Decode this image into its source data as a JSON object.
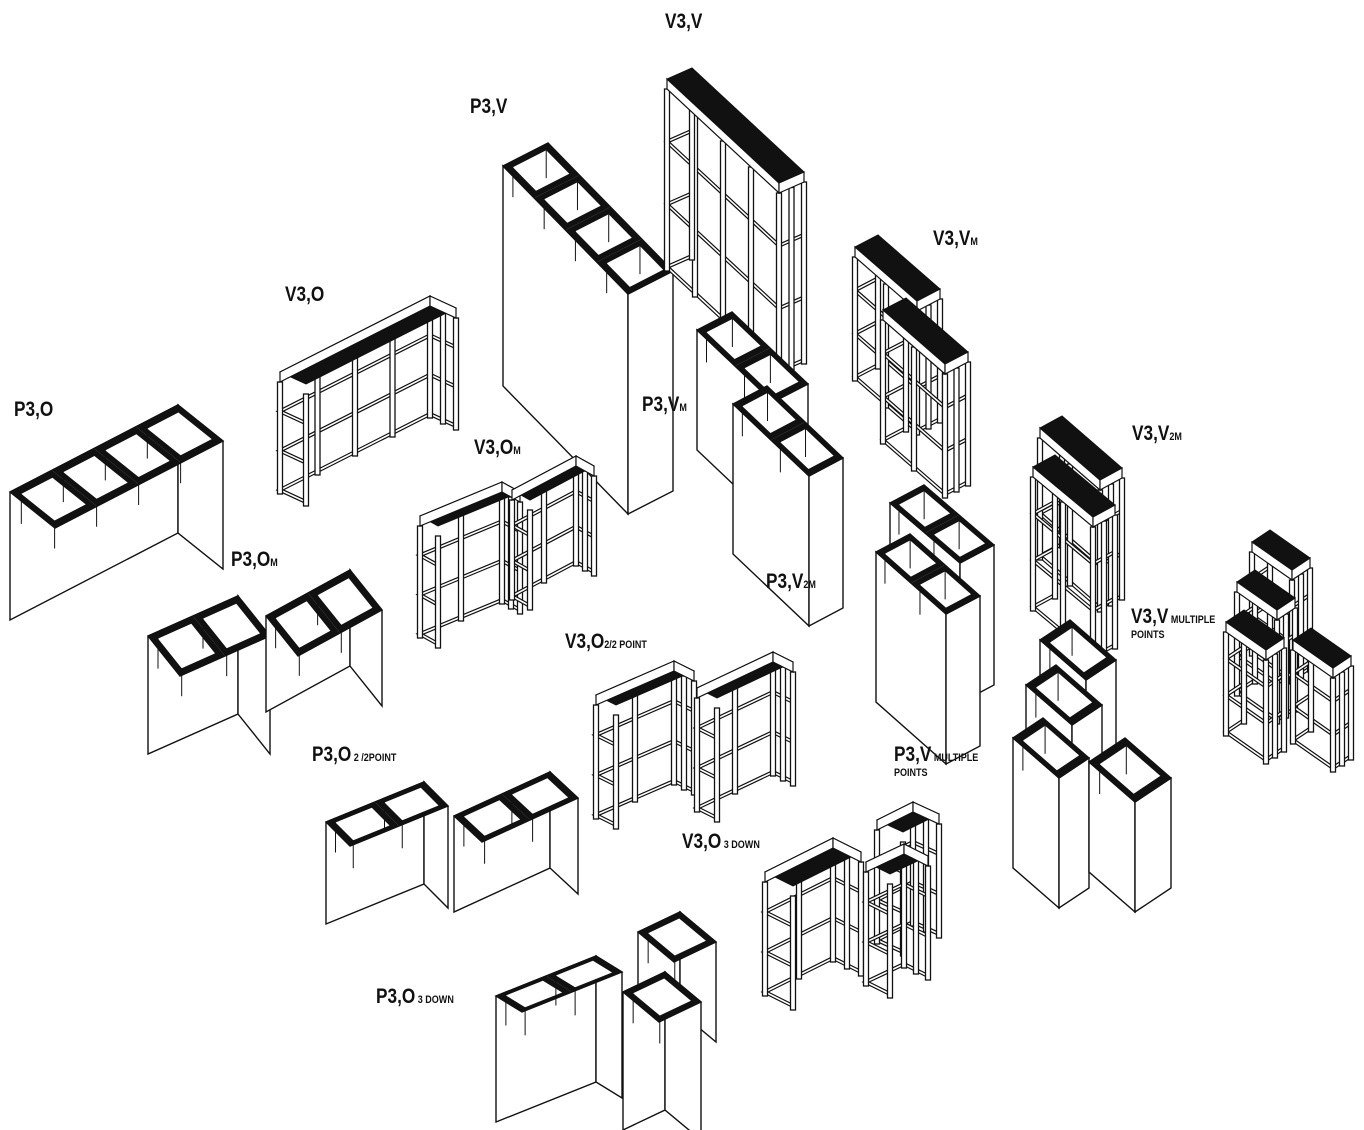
{
  "labels": [
    {
      "id": "p3-o",
      "main": "P3,O",
      "sub": ""
    },
    {
      "id": "v3-o",
      "main": "V3,O",
      "sub": ""
    },
    {
      "id": "p3-v",
      "main": "P3,V",
      "sub": ""
    },
    {
      "id": "v3-v",
      "main": "V3,V",
      "sub": ""
    },
    {
      "id": "v3-vm",
      "main": "V3,V",
      "sub": "M"
    },
    {
      "id": "p3-vm",
      "main": "P3,V",
      "sub": "M"
    },
    {
      "id": "v3-om",
      "main": "V3,O",
      "sub": "M"
    },
    {
      "id": "p3-om",
      "main": "P3,O",
      "sub": "M"
    },
    {
      "id": "v3-v2m",
      "main": "V3,V",
      "sub": "2M"
    },
    {
      "id": "p3-v2m",
      "main": "P3,V",
      "sub": "2M"
    },
    {
      "id": "v3-o-22point",
      "main": "V3,O",
      "sub": "2/2 POINT"
    },
    {
      "id": "v3-v-multiple",
      "main": "V3,V",
      "sub": " MULTIPLE",
      "sub2": "POINTS"
    },
    {
      "id": "p3-o-22point",
      "main": "P3,O",
      "sub": " 2 /2POINT"
    },
    {
      "id": "p3-v-multiple",
      "main": "P3,V",
      "sub": " MULTIPLE",
      "sub2": "POINTS"
    },
    {
      "id": "v3-o-3down",
      "main": "V3,O",
      "sub": " 3 DOWN"
    },
    {
      "id": "p3-o-3down",
      "main": "P3,O",
      "sub": " 3 DOWN"
    }
  ]
}
